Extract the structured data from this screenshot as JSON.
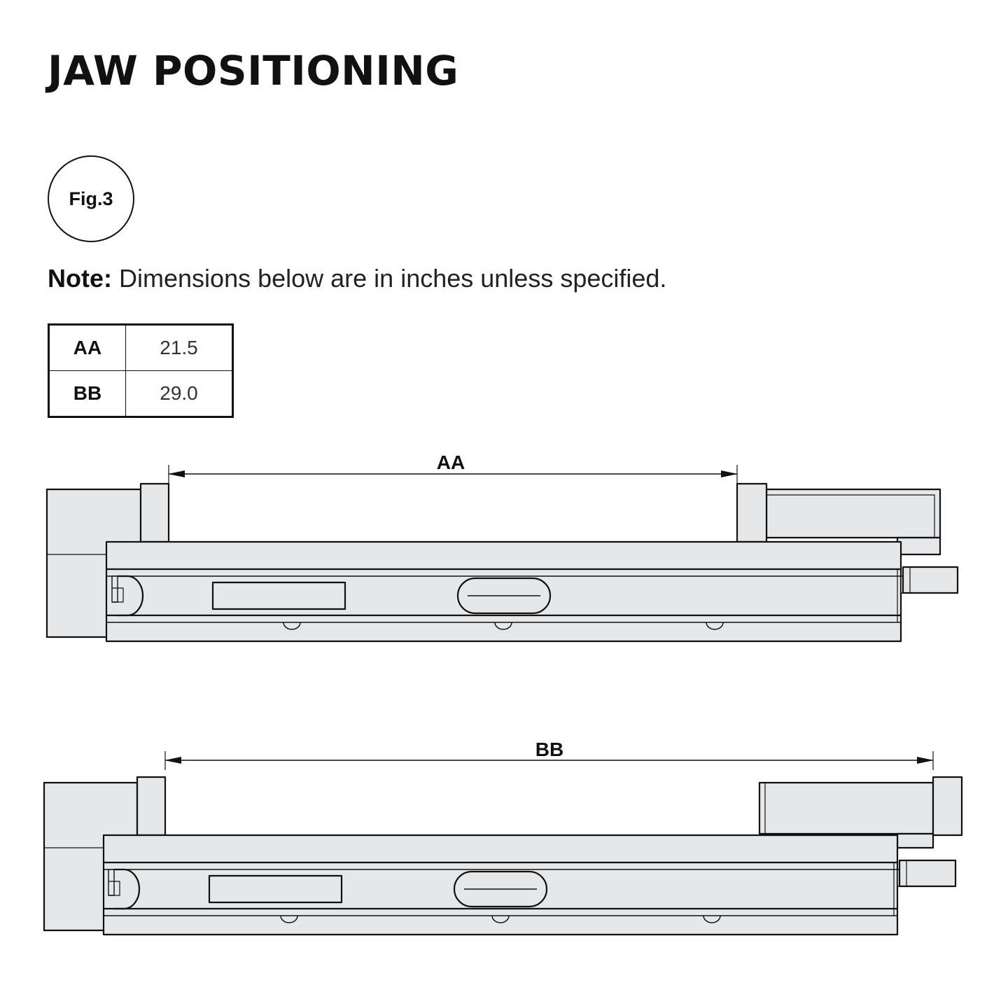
{
  "title": "JAW POSITIONING",
  "figure_label": "Fig.3",
  "note": {
    "label": "Note:",
    "text": "Dimensions below are in inches unless specified."
  },
  "dimensions": [
    {
      "key": "AA",
      "value": "21.5"
    },
    {
      "key": "BB",
      "value": "29.0"
    }
  ],
  "drawings": [
    {
      "dimension_label": "AA"
    },
    {
      "dimension_label": "BB"
    }
  ],
  "colors": {
    "fill": "#e6e7e8",
    "stroke": "#111111"
  }
}
